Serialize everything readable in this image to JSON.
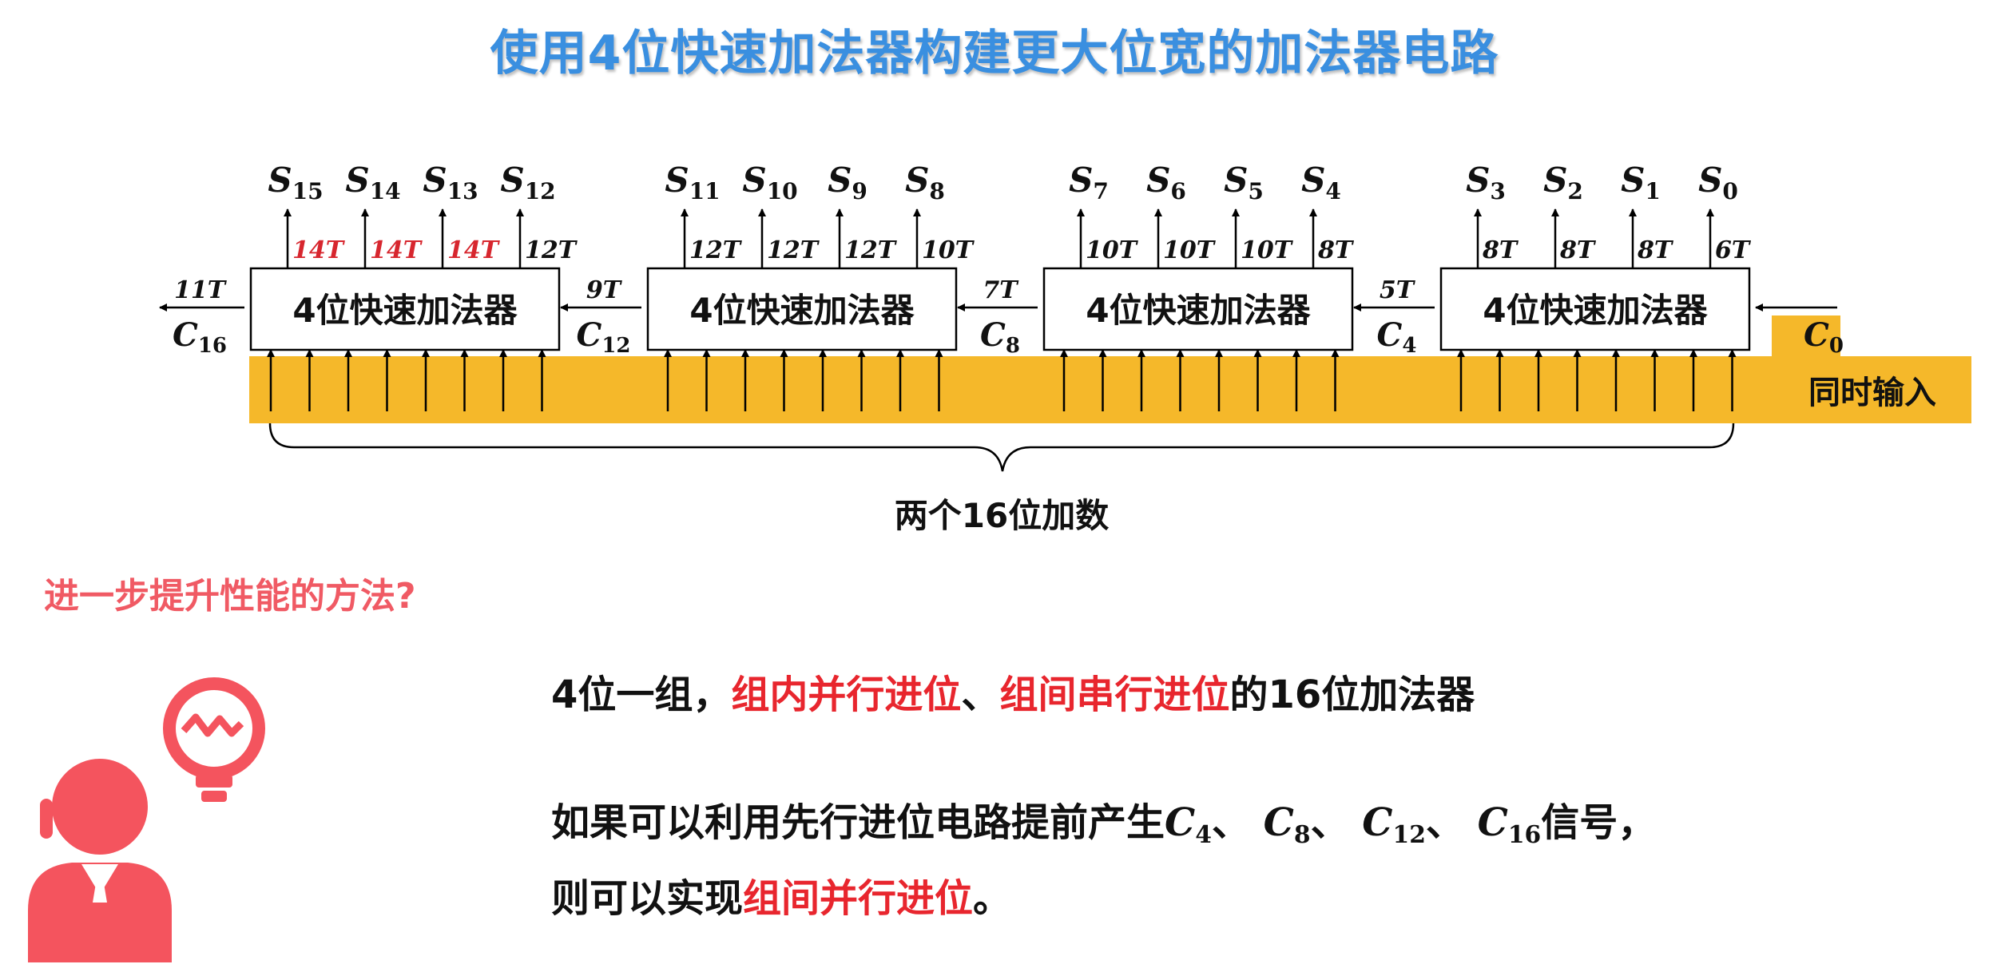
{
  "title": "使用4位快速加法器构建更大位宽的加法器电路",
  "diagram": {
    "adder_label": "4位快速加法器",
    "groups": [
      {
        "s": [
          [
            "S",
            "15"
          ],
          [
            "S",
            "14"
          ],
          [
            "S",
            "13"
          ],
          [
            "S",
            "12"
          ]
        ],
        "t": [
          "14T",
          "14T",
          "14T",
          "12T"
        ],
        "t_red": [
          true,
          true,
          true,
          false
        ],
        "carry_out": [
          "C",
          "16"
        ],
        "carry_time": "11T"
      },
      {
        "s": [
          [
            "S",
            "11"
          ],
          [
            "S",
            "10"
          ],
          [
            "S",
            "9"
          ],
          [
            "S",
            "8"
          ]
        ],
        "t": [
          "12T",
          "12T",
          "12T",
          "10T"
        ],
        "t_red": [
          false,
          false,
          false,
          false
        ],
        "carry_out": [
          "C",
          "12"
        ],
        "carry_time": "9T"
      },
      {
        "s": [
          [
            "S",
            "7"
          ],
          [
            "S",
            "6"
          ],
          [
            "S",
            "5"
          ],
          [
            "S",
            "4"
          ]
        ],
        "t": [
          "10T",
          "10T",
          "10T",
          "8T"
        ],
        "t_red": [
          false,
          false,
          false,
          false
        ],
        "carry_out": [
          "C",
          "8"
        ],
        "carry_time": "7T"
      },
      {
        "s": [
          [
            "S",
            "3"
          ],
          [
            "S",
            "2"
          ],
          [
            "S",
            "1"
          ],
          [
            "S",
            "0"
          ]
        ],
        "t": [
          "8T",
          "8T",
          "8T",
          "6T"
        ],
        "t_red": [
          false,
          false,
          false,
          false
        ],
        "carry_out": [
          "C",
          "4"
        ],
        "carry_time": "5T"
      }
    ],
    "carry_in": [
      "C",
      "0"
    ],
    "input_label": "同时输入",
    "brace_label": "两个16位加数",
    "colors": {
      "bus": "#f5b82a",
      "red_time": "#d7262e"
    }
  },
  "question": "进一步提升性能的方法?",
  "line1": {
    "a": "4位一组，",
    "b": "组内并行进位",
    "c": "、",
    "d": "组间串行进位",
    "e": "的16位加法器"
  },
  "line2": {
    "a": "如果可以利用先行进位电路提前产生",
    "c4": "C",
    "c4s": "4",
    "sep1": "、",
    "c8": "C",
    "c8s": "8",
    "sep2": "、",
    "c12": "C",
    "c12s": "12",
    "sep3": "、",
    "c16": "C",
    "c16s": "16",
    "end": "信号，"
  },
  "line3": {
    "a": "则可以实现",
    "b": "组间并行进位",
    "c": "。"
  },
  "icons": {
    "person": "person-icon",
    "bulb": "lightbulb-icon"
  }
}
